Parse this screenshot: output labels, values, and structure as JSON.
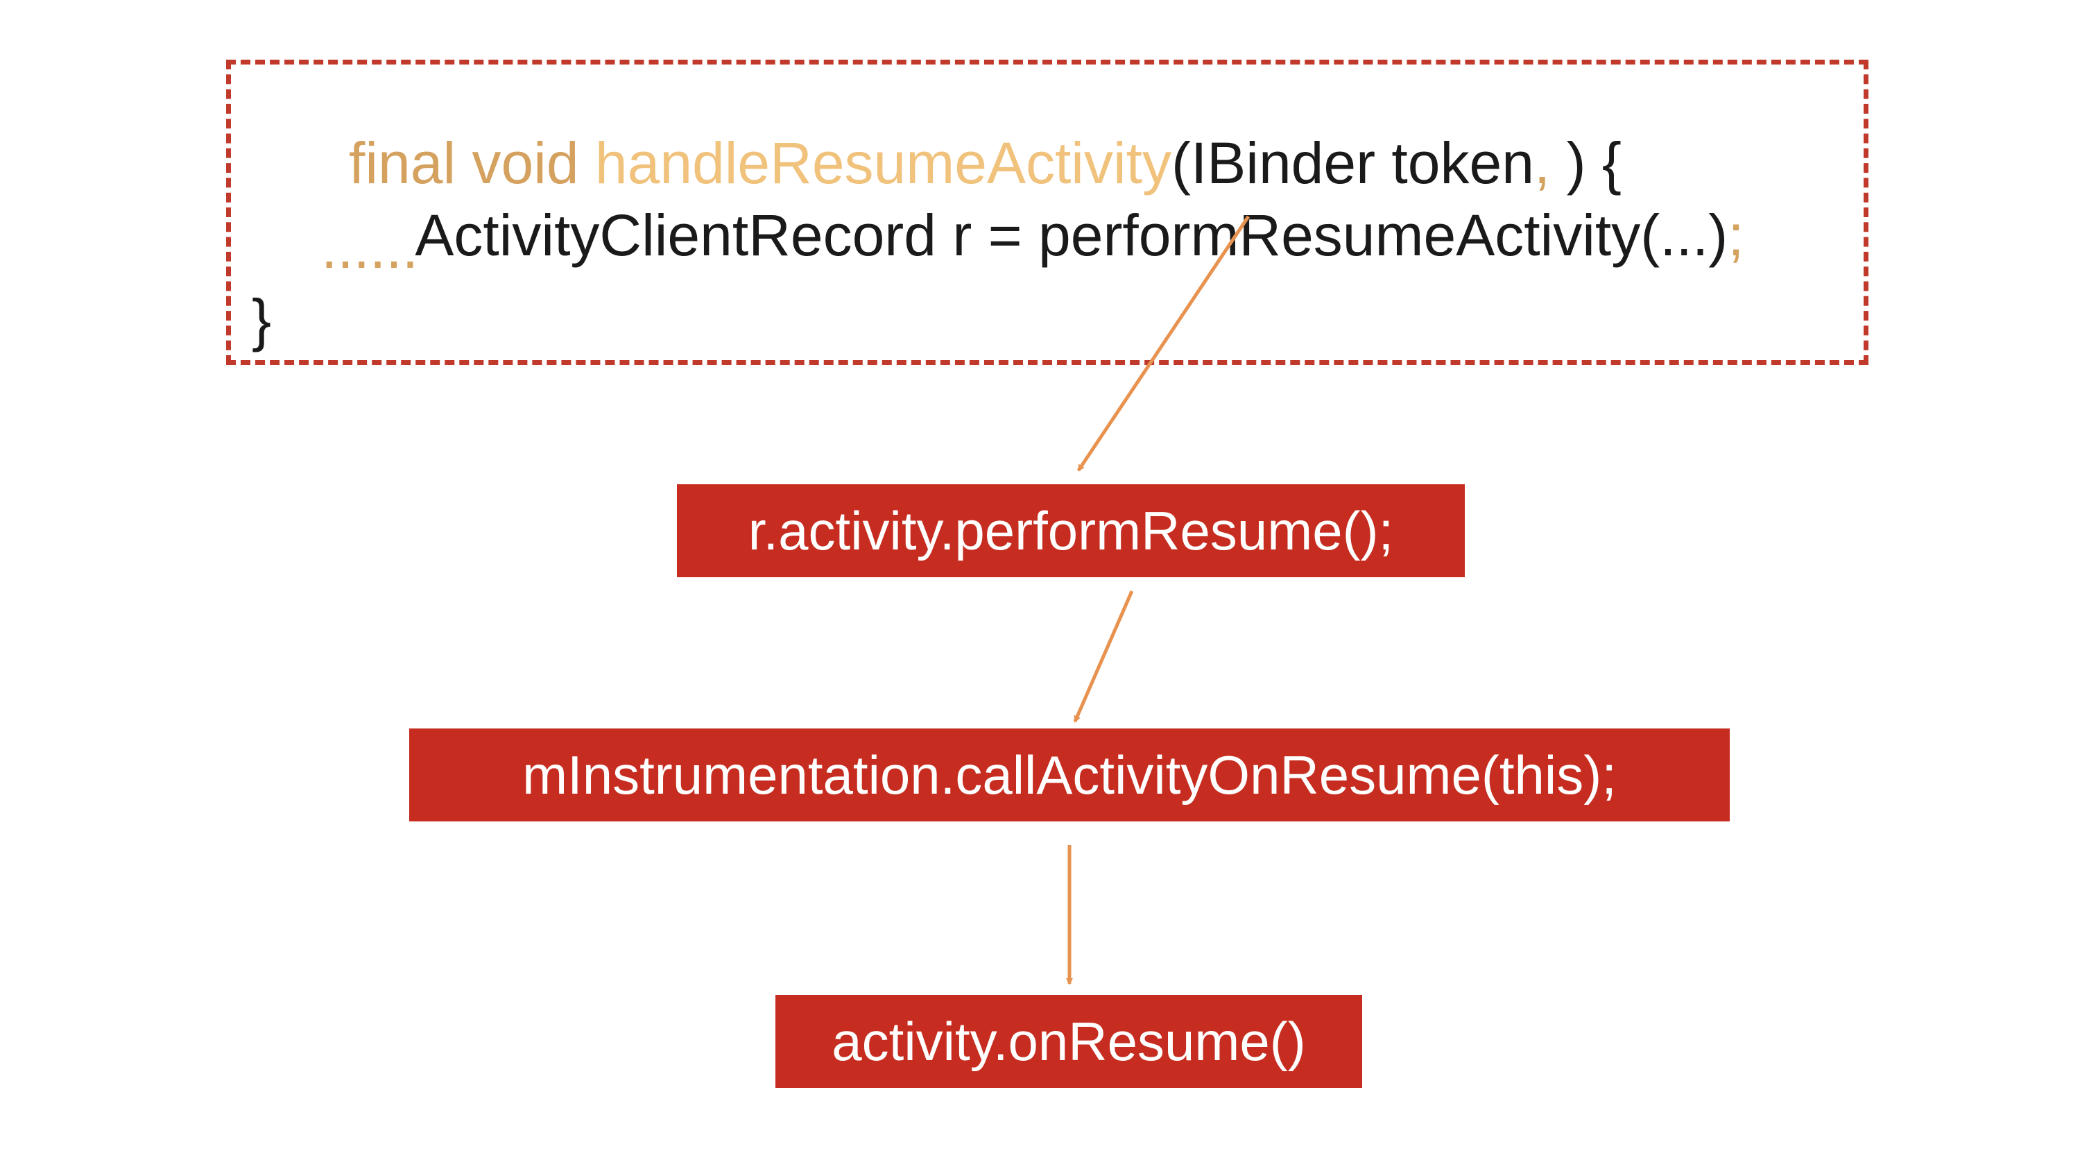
{
  "code": {
    "line1": {
      "keyword": "final void ",
      "function": "handleResumeActivity",
      "params": "(IBinder token",
      "comma": ",",
      "tail": " ) {"
    },
    "line2": {
      "text": "ActivityClientRecord r = performResumeActivity(...)",
      "semicolon": ";"
    },
    "line3": "......",
    "line4": "}"
  },
  "steps": [
    "r.activity.performResume();",
    "mInstrumentation.callActivityOnResume(this);",
    "activity.onResume()"
  ],
  "colors": {
    "box_fill": "#c62d20",
    "border": "#c0392b",
    "arrow": "#e8924f",
    "keyword": "#d4a15e"
  }
}
